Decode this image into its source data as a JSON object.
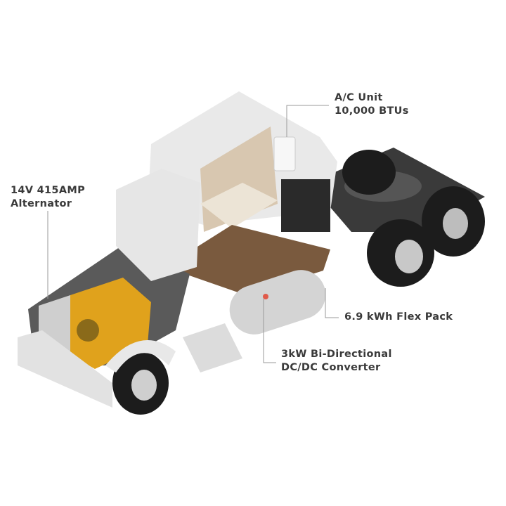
{
  "callouts": {
    "alternator": {
      "line1": "14V 415AMP",
      "line2": "Alternator"
    },
    "ac_unit": {
      "line1": "A/C Unit",
      "line2": "10,000 BTUs"
    },
    "flex_pack": {
      "line1": "6.9 kWh Flex Pack"
    },
    "converter": {
      "line1": "3kW Bi-Directional",
      "line2": "DC/DC Converter"
    }
  },
  "colors": {
    "text": "#3a3a3a",
    "leader": "#9a9a9a",
    "engine": "#e0a21c",
    "cab": "#ececec",
    "tire": "#1c1c1c",
    "floor": "#7a5a3e"
  }
}
